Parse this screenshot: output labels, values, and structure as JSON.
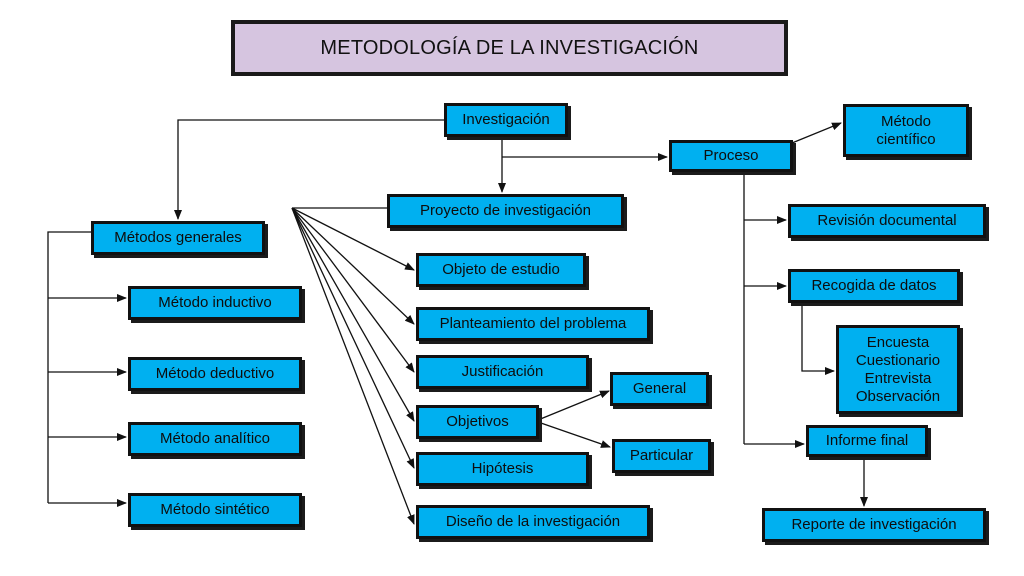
{
  "title": "METODOLOGÍA DE LA INVESTIGACIÓN",
  "colors": {
    "node_fill": "#00b0f0",
    "title_fill": "#d6c5e0",
    "border": "#111111"
  },
  "nodes": {
    "investigacion": "Investigación",
    "metodos_generales": "Métodos generales",
    "metodo_inductivo": "Método inductivo",
    "metodo_deductivo": "Método deductivo",
    "metodo_analitico": "Método analítico",
    "metodo_sintetico": "Método sintético",
    "proyecto": "Proyecto de investigación",
    "objeto": "Objeto de estudio",
    "planteamiento": "Planteamiento del problema",
    "justificacion": "Justificación",
    "objetivos": "Objetivos",
    "general": "General",
    "particular": "Particular",
    "hipotesis": "Hipótesis",
    "diseno": "Diseño de la investigación",
    "proceso": "Proceso",
    "metodo_cientifico": "Método\ncientífico",
    "revision": "Revisión documental",
    "recogida": "Recogida de datos",
    "instrumentos": "Encuesta\nCuestionario\nEntrevista\nObservación",
    "informe": "Informe final",
    "reporte": "Reporte de investigación"
  }
}
